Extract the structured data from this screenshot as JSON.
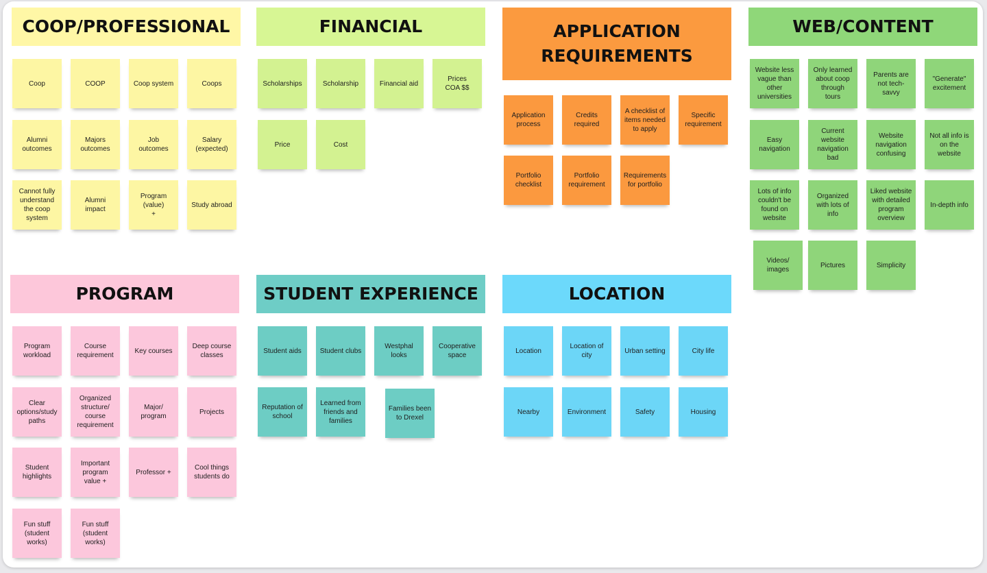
{
  "colors": {
    "coop_header": "#fff7a6",
    "coop_note": "#fdf6a3",
    "financial_header": "#d7f694",
    "financial_note": "#d3f291",
    "application_header": "#fb9a3f",
    "application_note": "#fb993f",
    "web_header": "#8fd779",
    "web_note": "#8fd57a",
    "program_header": "#fdc7da",
    "program_note": "#fcc7dc",
    "experience_header": "#6ecdc6",
    "experience_note": "#6dcdc4",
    "location_header": "#6cd9fb",
    "location_note": "#6cd6f7"
  },
  "groups": [
    {
      "id": "coop",
      "title": "COOP/PROFESSIONAL",
      "notes": [
        "Coop",
        "COOP",
        "Coop system",
        "Coops",
        "Alumni\noutcomes",
        "Majors\noutcomes",
        "Job\noutcomes",
        "Salary\n(expected)",
        "Cannot fully\nunderstand\nthe coop\nsystem",
        "Alumni\nimpact",
        "Program\n(value)\n+",
        "Study abroad"
      ]
    },
    {
      "id": "financial",
      "title": "FINANCIAL",
      "notes": [
        "Scholarships",
        "Scholarship",
        "Financial aid",
        "Prices\nCOA $$",
        "Price",
        "Cost"
      ]
    },
    {
      "id": "application",
      "title": "APPLICATION\nREQUIREMENTS",
      "notes": [
        "Application\nprocess",
        "Credits\nrequired",
        "A checklist of\nitems needed\nto apply",
        "Specific\nrequirement",
        "Portfolio\nchecklist",
        "Portfolio\nrequirement",
        "Requirements\nfor portfolio"
      ]
    },
    {
      "id": "web",
      "title": "WEB/CONTENT",
      "notes": [
        "Website less\nvague than\nother\nuniversities",
        "Only learned\nabout coop\nthrough\ntours",
        "Parents are\nnot tech-\nsavvy",
        "\"Generate\"\nexcitement",
        "Easy\nnavigation",
        "Current\nwebsite\nnavigation\nbad",
        "Website\nnavigation\nconfusing",
        "Not all info is\non the\nwebsite",
        "Lots of info\ncouldn't be\nfound on\nwebsite",
        "Organized\nwith lots of\ninfo",
        "Liked website\nwith detailed\nprogram\noverview",
        "In-depth info",
        "Videos/\nimages",
        "Pictures",
        "Simplicity"
      ]
    },
    {
      "id": "program",
      "title": "PROGRAM",
      "notes": [
        "Program\nworkload",
        "Course\nrequirement",
        "Key courses",
        "Deep course\nclasses",
        "Clear\noptions/study\npaths",
        "Organized\nstructure/\ncourse\nrequirement",
        "Major/\nprogram",
        "Projects",
        "Student\nhighlights",
        "Important\nprogram\nvalue +",
        "Professor +",
        "Cool things\nstudents do",
        "Fun stuff\n(student\nworks)",
        "Fun stuff\n(student\nworks)"
      ]
    },
    {
      "id": "experience",
      "title": "STUDENT EXPERIENCE",
      "notes": [
        "Student aids",
        "Student clubs",
        "Westphal\nlooks",
        "Cooperative\nspace",
        "Reputation of\nschool",
        "Learned from\nfriends and\nfamilies",
        "Families been\nto Drexel"
      ]
    },
    {
      "id": "location",
      "title": "LOCATION",
      "notes": [
        "Location",
        "Location of\ncity",
        "Urban setting",
        "City life",
        "Nearby",
        "Environment",
        "Safety",
        "Housing"
      ]
    }
  ]
}
